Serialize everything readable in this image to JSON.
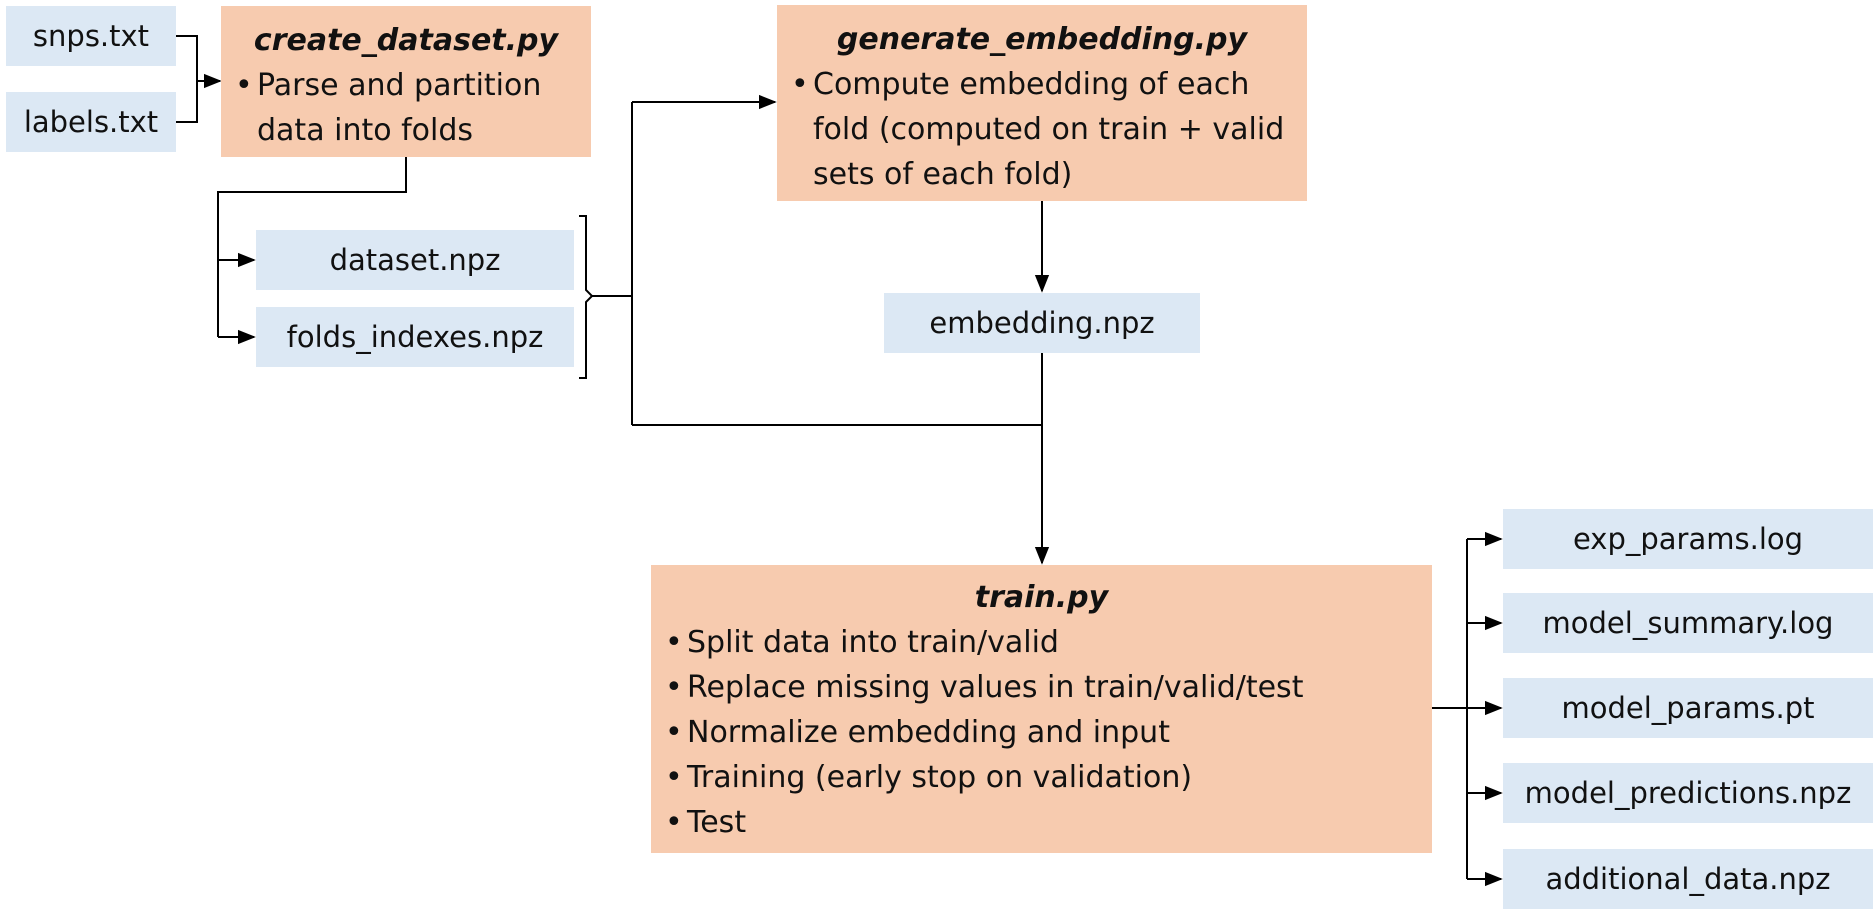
{
  "inputs": {
    "snps": "snps.txt",
    "labels": "labels.txt"
  },
  "create_dataset": {
    "title": "create_dataset.py",
    "bullets": [
      "Parse and partition data into folds"
    ]
  },
  "dataset_files": {
    "dataset": "dataset.npz",
    "folds_indexes": "folds_indexes.npz"
  },
  "generate_embedding": {
    "title": "generate_embedding.py",
    "bullets": [
      "Compute embedding of each fold (computed on train + valid sets of each fold)"
    ]
  },
  "embedding_file": "embedding.npz",
  "train": {
    "title": "train.py",
    "bullets": [
      "Split data into train/valid",
      "Replace missing values in train/valid/test",
      "Normalize embedding and input",
      "Training (early stop on validation)",
      "Test"
    ]
  },
  "outputs": [
    "exp_params.log",
    "model_summary.log",
    "model_params.pt",
    "model_predictions.npz",
    "additional_data.npz"
  ],
  "colors": {
    "file_box": "#dce8f4",
    "script_box": "#f7cbaf",
    "connector": "#000000"
  }
}
